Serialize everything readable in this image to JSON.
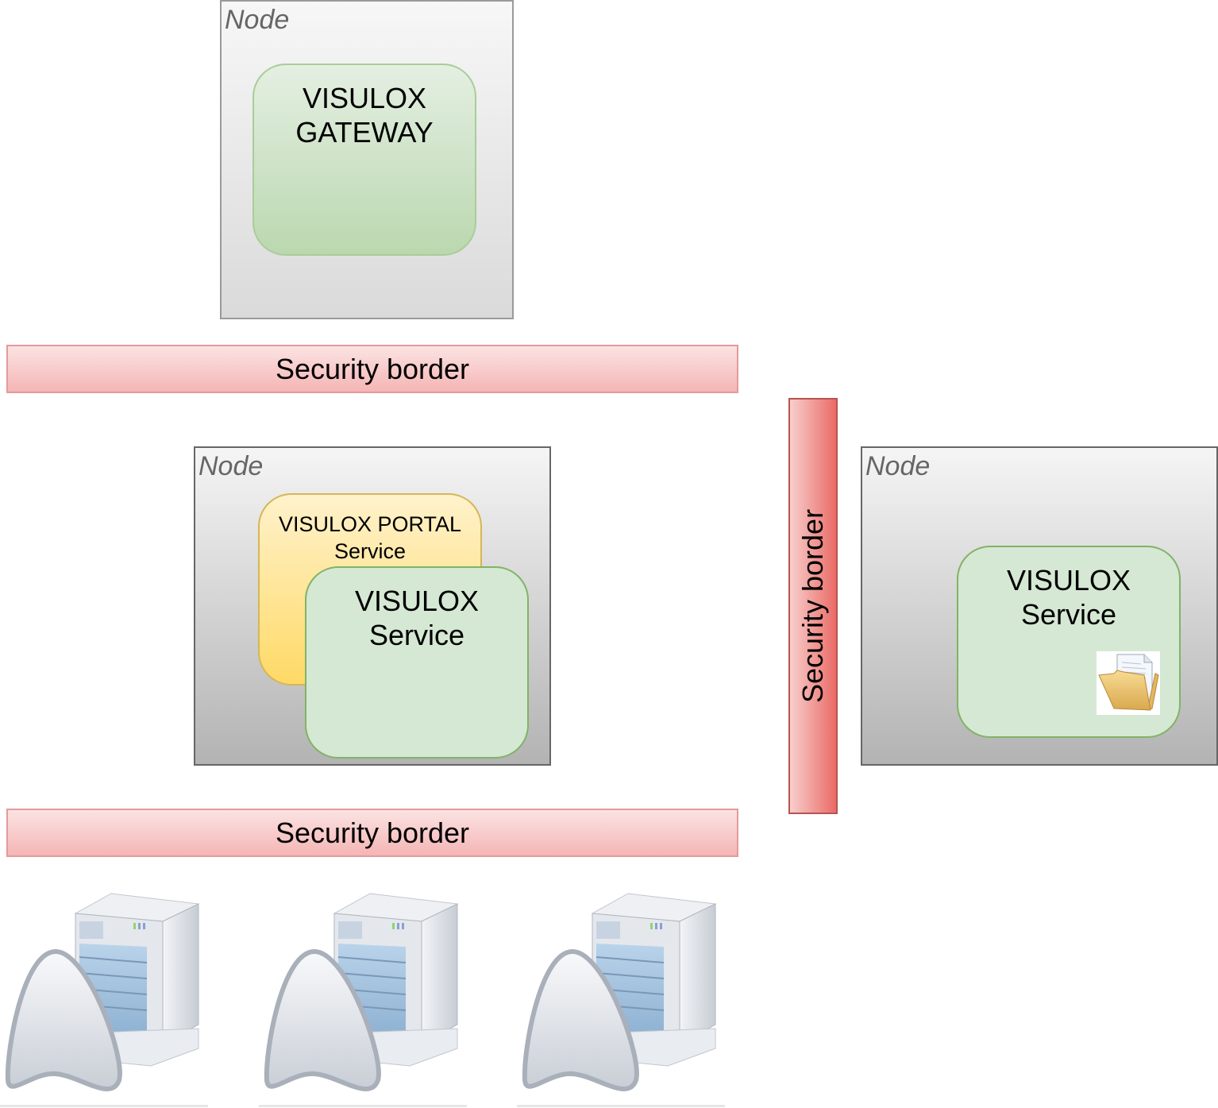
{
  "diagram": {
    "nodes": [
      {
        "label": "Node",
        "components": [
          {
            "type": "gateway",
            "text_lines": [
              "VISULOX",
              "GATEWAY"
            ]
          }
        ]
      },
      {
        "label": "Node",
        "components": [
          {
            "type": "portal",
            "text_lines": [
              "VISULOX PORTAL",
              "Service"
            ]
          },
          {
            "type": "service",
            "text_lines": [
              "VISULOX",
              "Service"
            ]
          }
        ]
      },
      {
        "label": "Node",
        "components": [
          {
            "type": "service",
            "text_lines": [
              "VISULOX",
              "Service"
            ],
            "icon": "folder-document-icon"
          }
        ]
      }
    ],
    "security_borders": [
      {
        "label": "Security border",
        "orientation": "horizontal"
      },
      {
        "label": "Security border",
        "orientation": "horizontal"
      },
      {
        "label": "Security border",
        "orientation": "vertical"
      }
    ],
    "servers": [
      {
        "icon": "application-server-icon"
      },
      {
        "icon": "application-server-icon"
      },
      {
        "icon": "application-server-icon"
      }
    ],
    "colors": {
      "node_border": "#666666",
      "service_fill": "#d5e8d4",
      "service_border": "#82b366",
      "portal_fill_top": "#fff2cc",
      "portal_fill_bottom": "#ffd966",
      "portal_border": "#d6b656",
      "security_fill": "#f8cecc",
      "security_border": "#b85450"
    }
  }
}
